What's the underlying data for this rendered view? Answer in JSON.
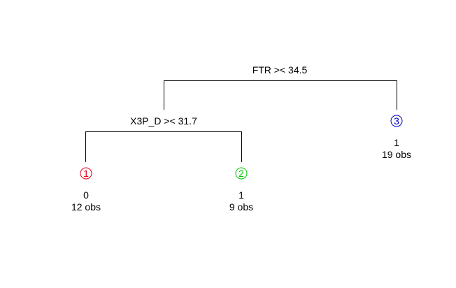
{
  "tree": {
    "root_split": {
      "label": "FTR >< 34.5"
    },
    "inner_split": {
      "label": "X3P_D >< 31.7"
    },
    "leaves": [
      {
        "id": "1",
        "prediction": "0",
        "count": "12 obs",
        "color": "#e3001b"
      },
      {
        "id": "2",
        "prediction": "1",
        "count": "9 obs",
        "color": "#00c800"
      },
      {
        "id": "3",
        "prediction": "1",
        "count": "19 obs",
        "color": "#0000c8"
      }
    ]
  }
}
